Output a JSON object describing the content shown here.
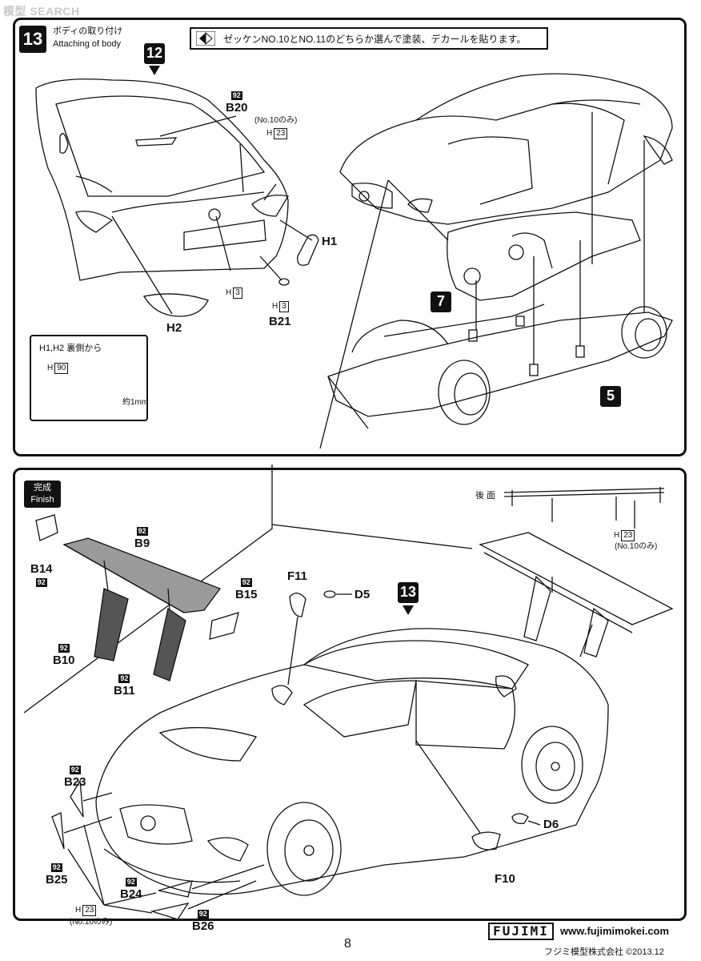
{
  "watermark": {
    "cn": "模型",
    "en": "SEARCH",
    "prefix": ""
  },
  "step13": {
    "number": "13",
    "title_ja": "ボディの取り付け",
    "title_en": "Attaching of body",
    "note": "ゼッケンNO.10とNO.11のどちらか選んで塗装、デカールを貼ります。",
    "refs": {
      "r12": "12",
      "r7": "7",
      "r5": "5"
    },
    "parts": {
      "b20_badge": "92",
      "b20": "B20",
      "h23_note": "(No.10のみ)",
      "h23_prefix": "H",
      "h23_num": "23",
      "h1": "H1",
      "h3_prefix": "H",
      "h3_num": "3",
      "h3b_prefix": "H",
      "h3b_num": "3",
      "b21": "B21",
      "h2": "H2"
    },
    "inset": {
      "title": "H1,H2 裏側から",
      "h_prefix": "H",
      "h_num": "90",
      "dim": "約1mm"
    }
  },
  "finish": {
    "tag_ja": "完成",
    "tag_en": "Finish",
    "ref13": "13",
    "rear_label": "後 面",
    "parts": {
      "b9_badge": "92",
      "b9": "B9",
      "b14": "B14",
      "b14_badge": "92",
      "b15_badge": "92",
      "b15": "B15",
      "b10_badge": "92",
      "b10": "B10",
      "b11_badge": "92",
      "b11": "B11",
      "f11": "F11",
      "d5": "D5",
      "rear_h_prefix": "H",
      "rear_h_num": "23",
      "rear_note": "(No.10のみ)",
      "b23_badge": "92",
      "b23": "B23",
      "b25_badge": "92",
      "b25": "B25",
      "b24_badge": "92",
      "b24": "B24",
      "b26_badge": "92",
      "b26": "B26",
      "h23_prefix": "H",
      "h23_num": "23",
      "h23_note": "(No.10のみ)",
      "d6": "D6",
      "f10": "F10"
    }
  },
  "footer": {
    "page": "8",
    "logo": "FUJIMI",
    "url": "www.fujimimokei.com",
    "copyright": "フジミ模型株式会社 ©2013.12"
  }
}
